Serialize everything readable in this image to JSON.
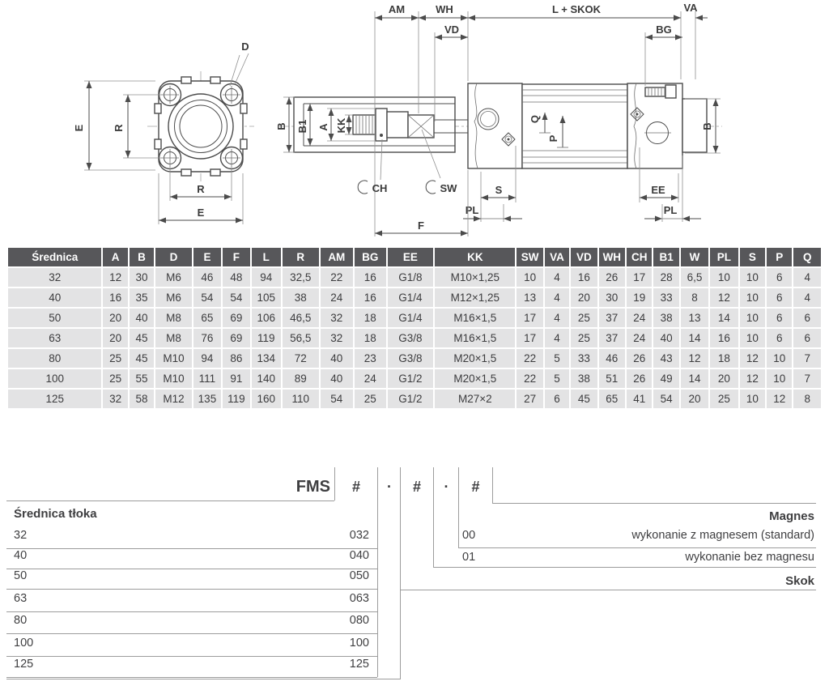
{
  "drawing": {
    "front": {
      "e_left": "E",
      "r_left": "R",
      "d_top": "D",
      "r_bottom": "R",
      "e_bottom": "E"
    },
    "side": {
      "am": "AM",
      "wh": "WH",
      "l_skok": "L + SKOK",
      "va": "VA",
      "vd": "VD",
      "bg": "BG",
      "b_left": "B",
      "b1": "B1",
      "a": "A",
      "kk": "KK",
      "ch": "CH",
      "sw": "SW",
      "s": "S",
      "pl_left": "PL",
      "f": "F",
      "ee": "EE",
      "pl_right": "PL",
      "b_right": "B",
      "q": "Q",
      "p": "P"
    }
  },
  "table": {
    "header": [
      "Średnica",
      "A",
      "B",
      "D",
      "E",
      "F",
      "L",
      "R",
      "AM",
      "BG",
      "EE",
      "KK",
      "SW",
      "VA",
      "VD",
      "WH",
      "CH",
      "B1",
      "W",
      "PL",
      "S",
      "P",
      "Q"
    ],
    "rows": [
      [
        "32",
        "12",
        "30",
        "M6",
        "46",
        "48",
        "94",
        "32,5",
        "22",
        "16",
        "G1/8",
        "M10×1,25",
        "10",
        "4",
        "16",
        "26",
        "17",
        "28",
        "6,5",
        "10",
        "10",
        "6",
        "4"
      ],
      [
        "40",
        "16",
        "35",
        "M6",
        "54",
        "54",
        "105",
        "38",
        "24",
        "16",
        "G1/4",
        "M12×1,25",
        "13",
        "4",
        "20",
        "30",
        "19",
        "33",
        "8",
        "12",
        "10",
        "6",
        "4"
      ],
      [
        "50",
        "20",
        "40",
        "M8",
        "65",
        "69",
        "106",
        "46,5",
        "32",
        "18",
        "G1/4",
        "M16×1,5",
        "17",
        "4",
        "25",
        "37",
        "24",
        "38",
        "13",
        "14",
        "10",
        "6",
        "6"
      ],
      [
        "63",
        "20",
        "45",
        "M8",
        "76",
        "69",
        "119",
        "56,5",
        "32",
        "18",
        "G3/8",
        "M16×1,5",
        "17",
        "4",
        "25",
        "37",
        "24",
        "40",
        "14",
        "16",
        "10",
        "6",
        "6"
      ],
      [
        "80",
        "25",
        "45",
        "M10",
        "94",
        "86",
        "134",
        "72",
        "40",
        "23",
        "G3/8",
        "M20×1,5",
        "22",
        "5",
        "33",
        "46",
        "26",
        "43",
        "12",
        "18",
        "12",
        "10",
        "7"
      ],
      [
        "100",
        "25",
        "55",
        "M10",
        "111",
        "91",
        "140",
        "89",
        "40",
        "24",
        "G1/2",
        "M20×1,5",
        "22",
        "5",
        "38",
        "51",
        "26",
        "49",
        "14",
        "20",
        "12",
        "10",
        "7"
      ],
      [
        "125",
        "32",
        "58",
        "M12",
        "135",
        "119",
        "160",
        "110",
        "54",
        "25",
        "G1/2",
        "M27×2",
        "27",
        "6",
        "45",
        "65",
        "41",
        "54",
        "20",
        "25",
        "10",
        "12",
        "8"
      ]
    ]
  },
  "ordering": {
    "prefix": "FMS",
    "hash1": "#",
    "dot1": ".",
    "hash2": "#",
    "dot2": ".",
    "hash3": "#",
    "piston": {
      "title": "Średnica tłoka",
      "rows": [
        {
          "label": "32",
          "code": "032"
        },
        {
          "label": "40",
          "code": "040"
        },
        {
          "label": "50",
          "code": "050"
        },
        {
          "label": "63",
          "code": "063"
        },
        {
          "label": "80",
          "code": "080"
        },
        {
          "label": "100",
          "code": "100"
        },
        {
          "label": "125",
          "code": "125"
        }
      ]
    },
    "magnet": {
      "title": "Magnes",
      "options": [
        {
          "code": "00",
          "label": "wykonanie z magnesem (standard)"
        },
        {
          "code": "01",
          "label": "wykonanie bez magnesu"
        }
      ]
    },
    "stroke": {
      "title": "Skok"
    }
  },
  "colors": {
    "header_bg": "#57575a",
    "cell_bg": "#e3e3e4",
    "line": "#9c9c9c",
    "text": "#3c3c3e"
  }
}
